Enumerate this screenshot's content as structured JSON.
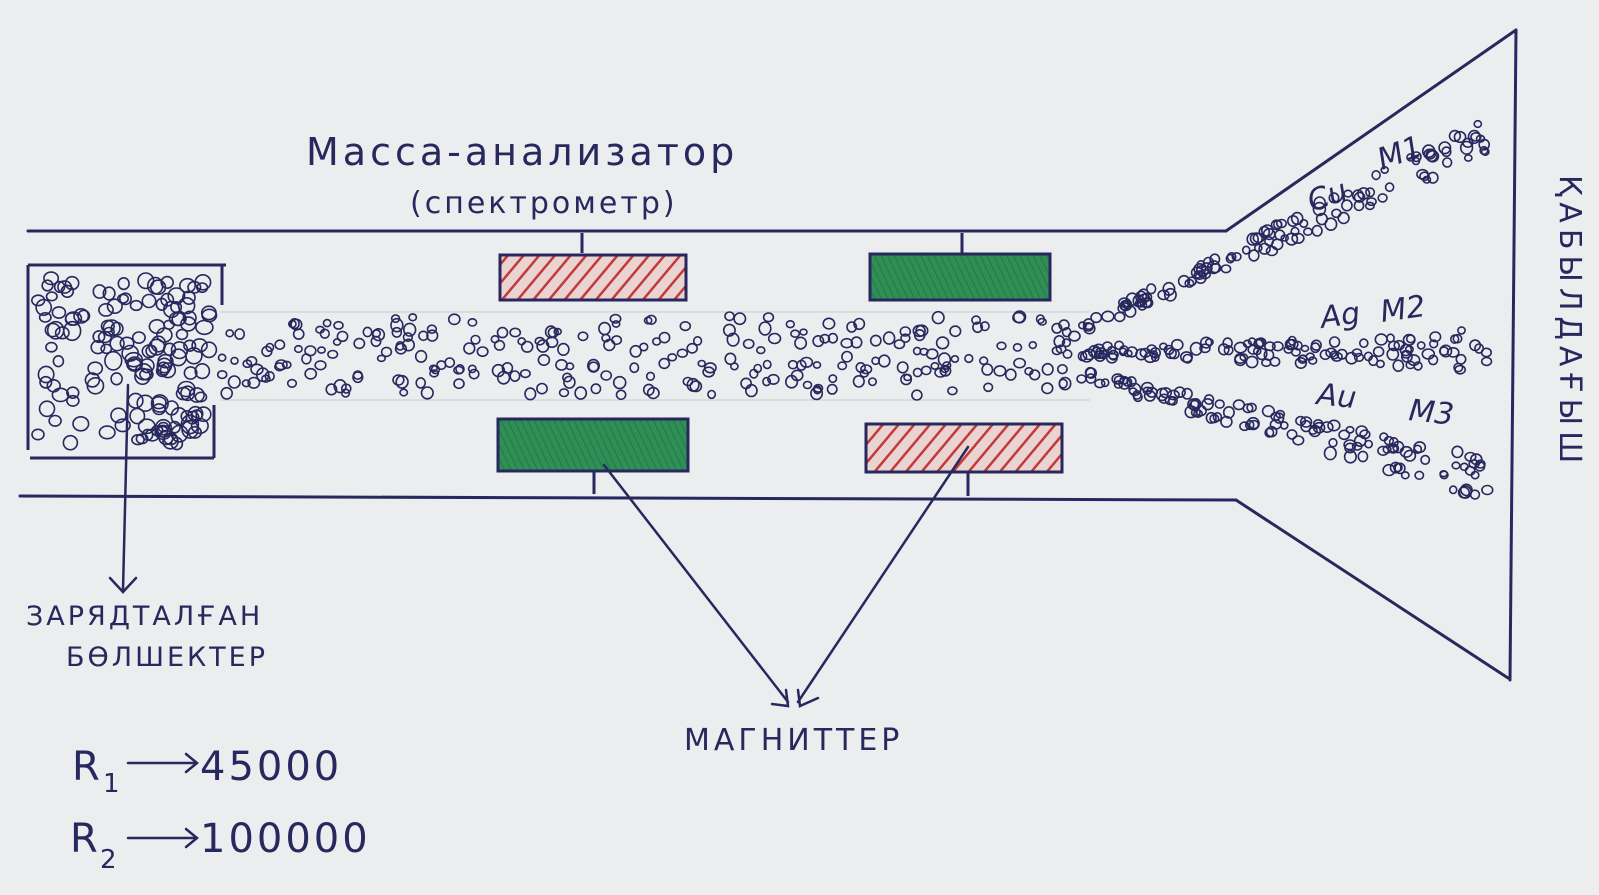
{
  "colors": {
    "ink": "#27285e",
    "red": "#c4393a",
    "green": "#2f8f55",
    "paper": "#ecedee"
  },
  "labels": {
    "title_line1": "Масса-анализатор",
    "title_line2": "(спектрометр)",
    "particles": "Зарядталған бөлшектер",
    "particles_line1": "ЗАРЯДТАЛҒАН",
    "particles_line2": "БӨЛШЕКТЕР",
    "magnets": "МАГНИТТЕР",
    "detector": "ҚАБЫЛДАҒЫШ"
  },
  "beams": [
    {
      "element": "Cu",
      "mass": "M1"
    },
    {
      "element": "Ag",
      "mass": "M2"
    },
    {
      "element": "Au",
      "mass": "M3"
    }
  ],
  "resolutions": [
    {
      "symbol": "R",
      "index": "1",
      "value": "45000"
    },
    {
      "symbol": "R",
      "index": "2",
      "value": "100000"
    }
  ]
}
